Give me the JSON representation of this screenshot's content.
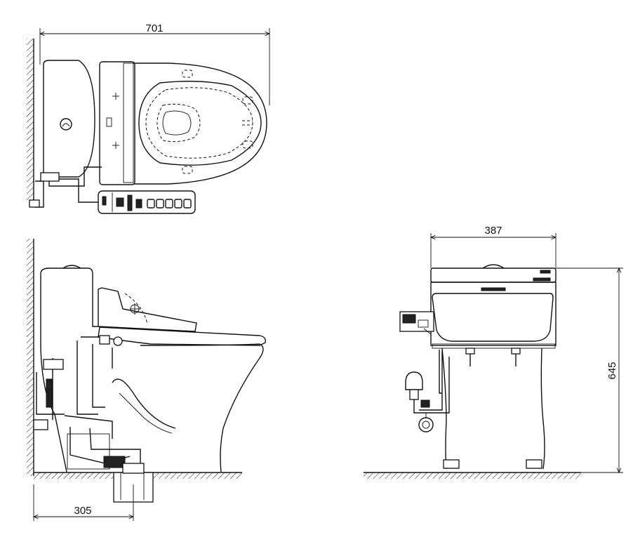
{
  "dimensions": {
    "top_length": "701",
    "front_width": "387",
    "height": "645",
    "wall_distance": "305"
  },
  "colors": {
    "line": "#111111",
    "background": "#ffffff"
  }
}
